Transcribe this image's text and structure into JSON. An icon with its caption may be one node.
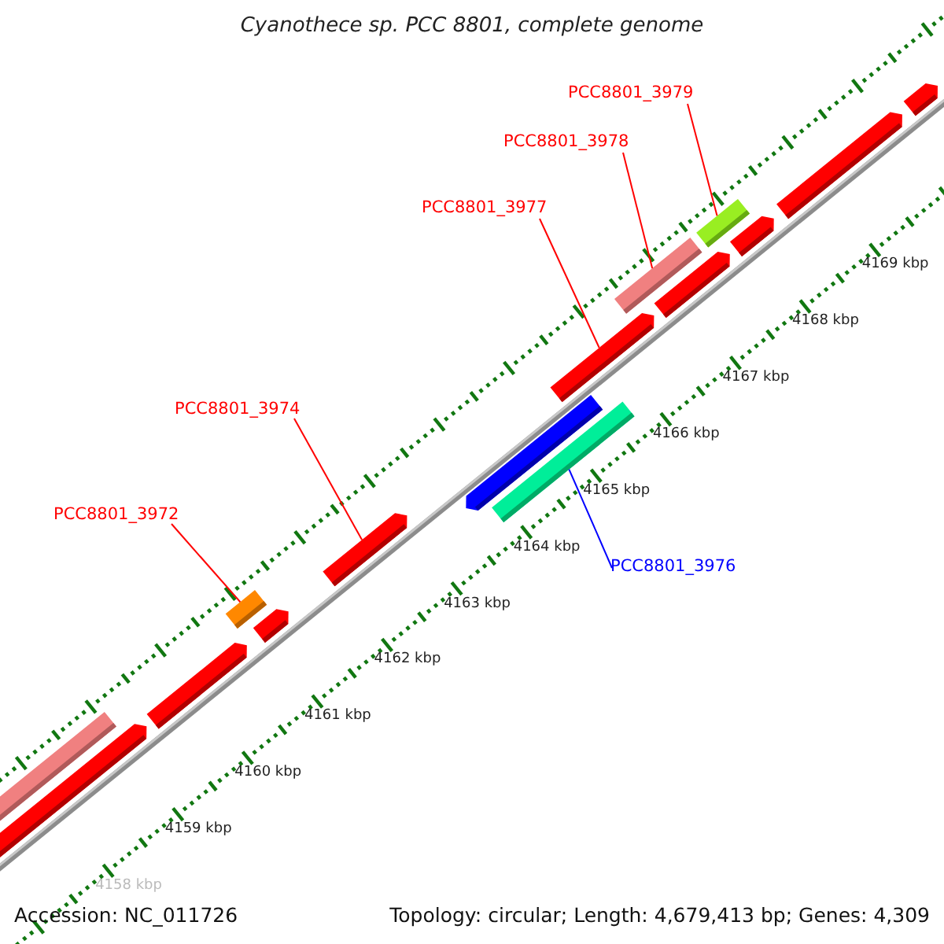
{
  "diagram": {
    "title": "Cyanothece sp. PCC 8801, complete genome",
    "nodes": [
      {
        "text": [
          "PCC8801_3979"
        ]
      },
      {
        "text": [
          "PCC8801_3978"
        ]
      },
      {
        "text": [
          "PCC8801_3977"
        ]
      },
      {
        "text": [
          "PCC8801_3974"
        ]
      },
      {
        "text": [
          "PCC8801_3972"
        ]
      },
      {
        "text": [
          "PCC8801_3976"
        ]
      },
      {
        "text": [],
        "shape": "bar"
      },
      {
        "text": [],
        "shape": "bar"
      },
      {
        "text": [],
        "shape": "bar"
      },
      {
        "text": [],
        "shape": "bar"
      },
      {
        "text": [],
        "shape": "bar"
      },
      {
        "text": [],
        "shape": "bar"
      },
      {
        "text": [],
        "shape": "bar"
      },
      {
        "text": [],
        "shape": "bar"
      },
      {
        "text": [],
        "shape": "bar"
      },
      {
        "text": [],
        "shape": "bar"
      },
      {
        "text": [],
        "shape": "bar"
      },
      {
        "text": [],
        "shape": "bar"
      },
      {
        "text": [],
        "shape": "bar"
      },
      {
        "text": [],
        "shape": "bar"
      },
      {
        "text": [],
        "shape": "bar"
      }
    ],
    "edges": [
      {
        "from": 0,
        "to": 17,
        "arrow": "none"
      },
      {
        "from": 1,
        "to": 15,
        "arrow": "none"
      },
      {
        "from": 2,
        "to": 14,
        "arrow": "none"
      },
      {
        "from": 3,
        "to": 11,
        "arrow": "none"
      },
      {
        "from": 4,
        "to": 9,
        "arrow": "none"
      },
      {
        "from": 5,
        "to": 13,
        "arrow": "none",
        "color": "#0000ff"
      }
    ],
    "labels": [
      "4169 kbp",
      "4168 kbp",
      "4167 kbp",
      "4166 kbp",
      "4165 kbp",
      "4164 kbp",
      "4163 kbp",
      "4162 kbp",
      "4161 kbp",
      "4160 kbp",
      "4159 kbp",
      "4158 kbp",
      "Accession: NC_011726",
      "Topology: circular; Length: 4,679,413 bp; Genes: 4,309"
    ]
  }
}
